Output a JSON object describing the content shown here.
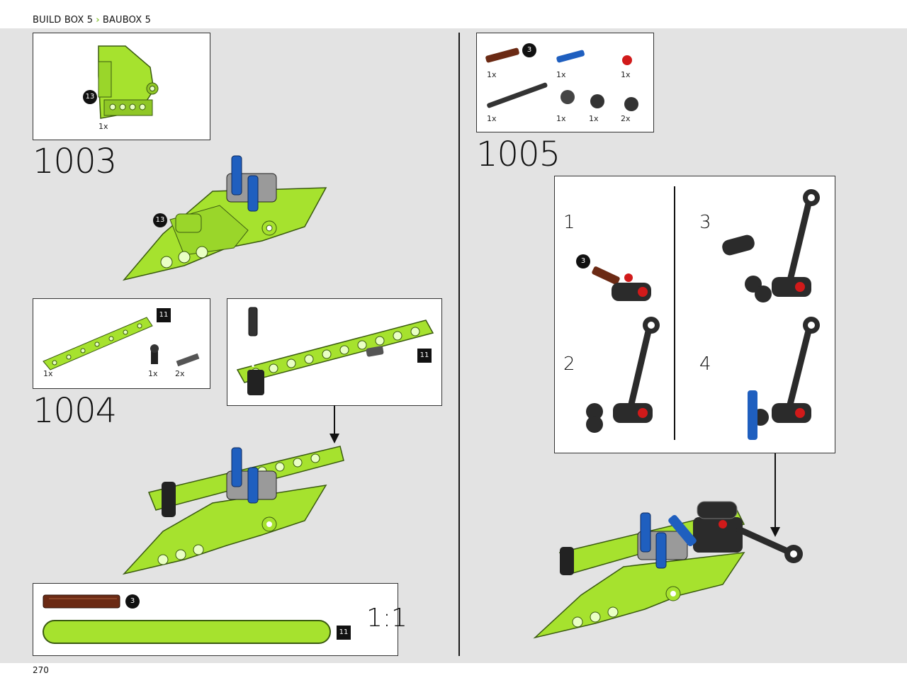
{
  "header": {
    "en": "BUILD BOX 5",
    "de": "BAUBOX 5"
  },
  "footer": {
    "page_number": "270"
  },
  "steps": {
    "s1003": {
      "number": "1003",
      "part_qty": "1x",
      "callout": "13"
    },
    "s1004": {
      "number": "1004",
      "qty_beam": "1x",
      "qty_connector": "1x",
      "qty_pin": "2x",
      "beam_badge": "11"
    },
    "s1005": {
      "number": "1005",
      "parts": [
        "1x",
        "1x",
        "1x",
        "1x",
        "1x",
        "1x",
        "2x"
      ],
      "part_callout": "3",
      "sub": [
        "1",
        "2",
        "3",
        "4"
      ],
      "sub_callout": "3"
    }
  },
  "scale_ref": {
    "ratio": "1:1",
    "axle_callout": "3",
    "beam_badge": "11"
  },
  "colors": {
    "lime": "#a6e22e",
    "blue": "#1f5fbf",
    "red": "#d11a1a",
    "brown": "#6b2a14",
    "dark": "#2b2b2b",
    "gray": "#9a9a9a"
  },
  "icons": [
    "arrow-down-icon",
    "callout-circle-icon",
    "beam-badge-icon"
  ]
}
